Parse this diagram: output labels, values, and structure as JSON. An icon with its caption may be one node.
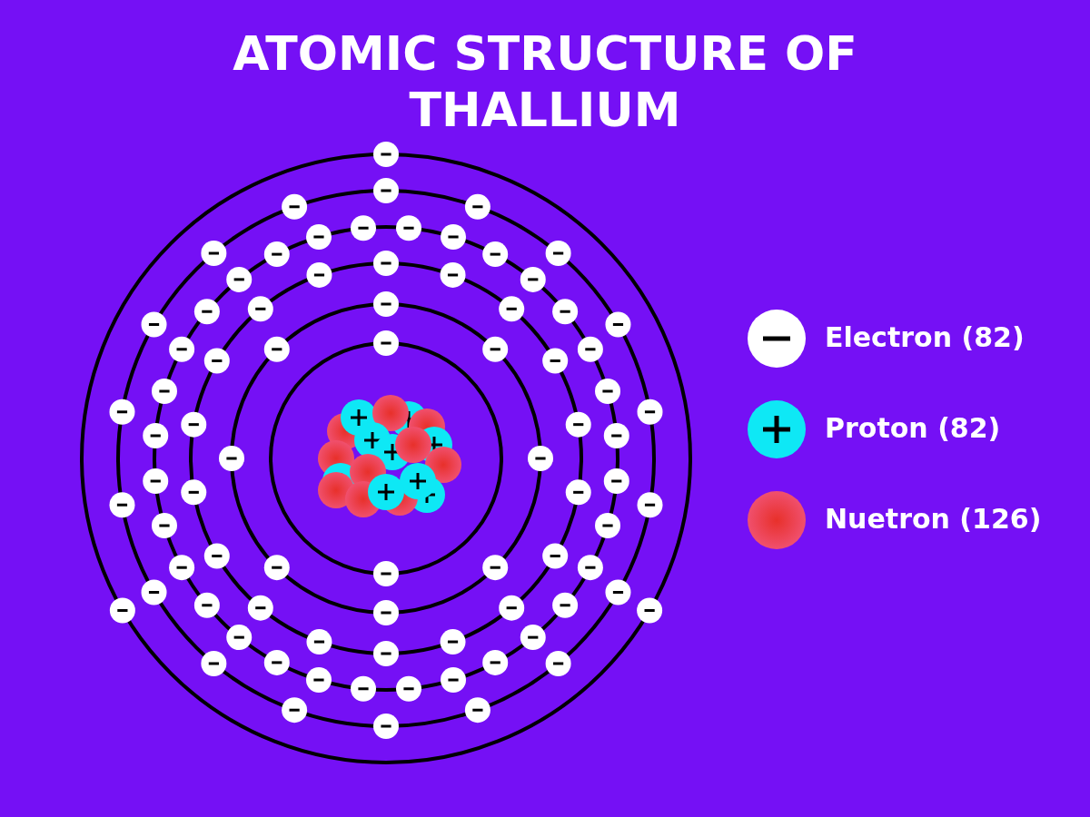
{
  "diagram": {
    "title": "ATOMIC STRUCTURE OF THALLIUM",
    "legend": [
      {
        "text": "Electron (82)",
        "color": "#ffffff"
      },
      {
        "text": "Proton (82)",
        "color": "#0ee8f5"
      },
      {
        "text": "Nuetron (126)",
        "color": "#f0506e"
      }
    ]
  }
}
